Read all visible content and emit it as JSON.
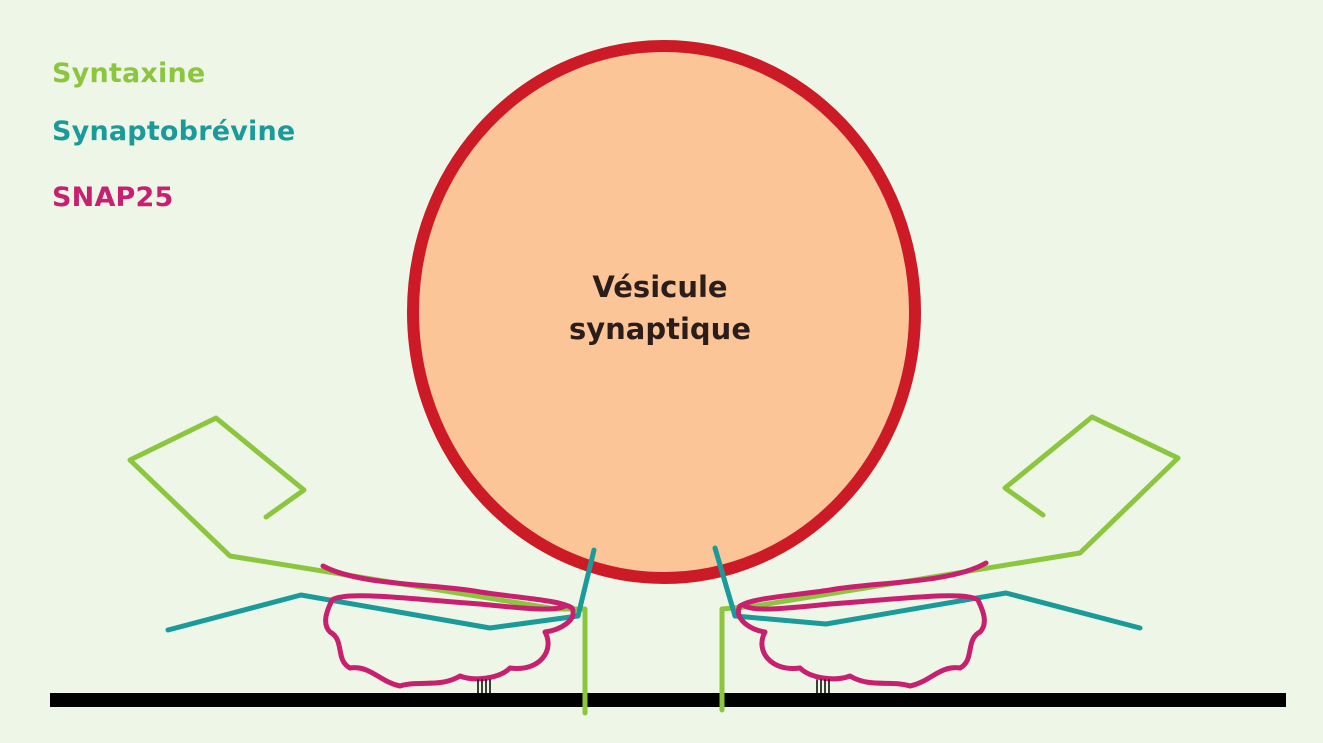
{
  "legend": {
    "syntaxine": "Syntaxine",
    "synaptobrevine": "Synaptobrévine",
    "snap25": "SNAP25"
  },
  "vesicle": {
    "line1": "Vésicule",
    "line2": "synaptique"
  },
  "colors": {
    "background": "#eef6e8",
    "syntaxine": "#8cc63f",
    "synaptobrevine": "#1a9b9a",
    "snap25": "#c8206e",
    "vesicle_fill": "#fbc597",
    "vesicle_border": "#cc1a26",
    "membrane": "#000000"
  }
}
